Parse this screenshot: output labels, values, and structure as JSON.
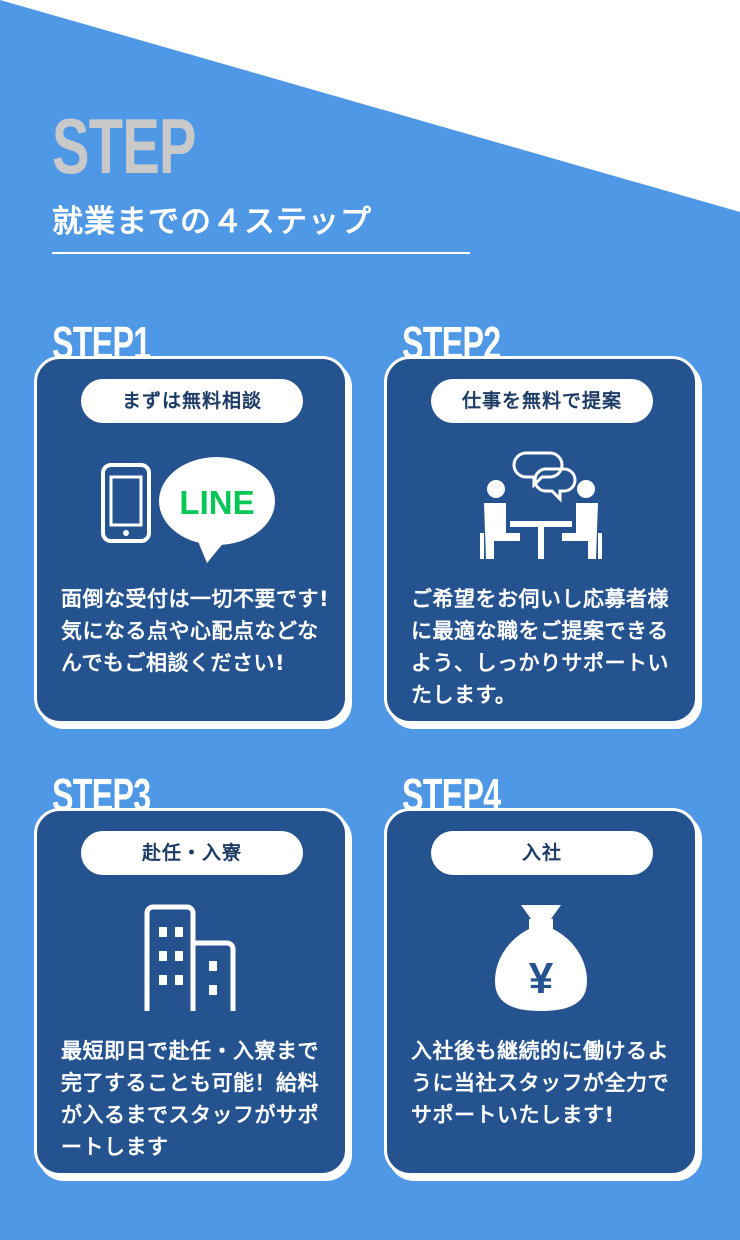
{
  "header": {
    "heading": "STEP",
    "subtitle": "就業までの４ステップ"
  },
  "steps": [
    {
      "label": "STEP1",
      "title": "まずは無料相談",
      "icon": "smartphone-line-icon",
      "line_text": "LINE",
      "description": "面倒な受付は一切不要です!気になる点や心配点などなんでもご相談ください!"
    },
    {
      "label": "STEP2",
      "title": "仕事を無料で提案",
      "icon": "meeting-consultation-icon",
      "description": "ご希望をお伺いし応募者様に最適な職をご提案できるよう、しっかりサポートいたします。"
    },
    {
      "label": "STEP3",
      "title": "赴任・入寮",
      "icon": "building-icon",
      "description": "最短即日で赴任・入寮まで完了することも可能！給料が入るまでスタッフがサポートします"
    },
    {
      "label": "STEP4",
      "title": "入社",
      "icon": "money-bag-yen-icon",
      "yen_symbol": "¥",
      "description": "入社後も継続的に働けるように当社スタッフが全力でサポートいたします!"
    }
  ],
  "colors": {
    "background": "#4f98e6",
    "card": "#245390",
    "pill_text": "#1e3d66",
    "heading_gray": "#c9c9c9",
    "line_green": "#06c755"
  }
}
